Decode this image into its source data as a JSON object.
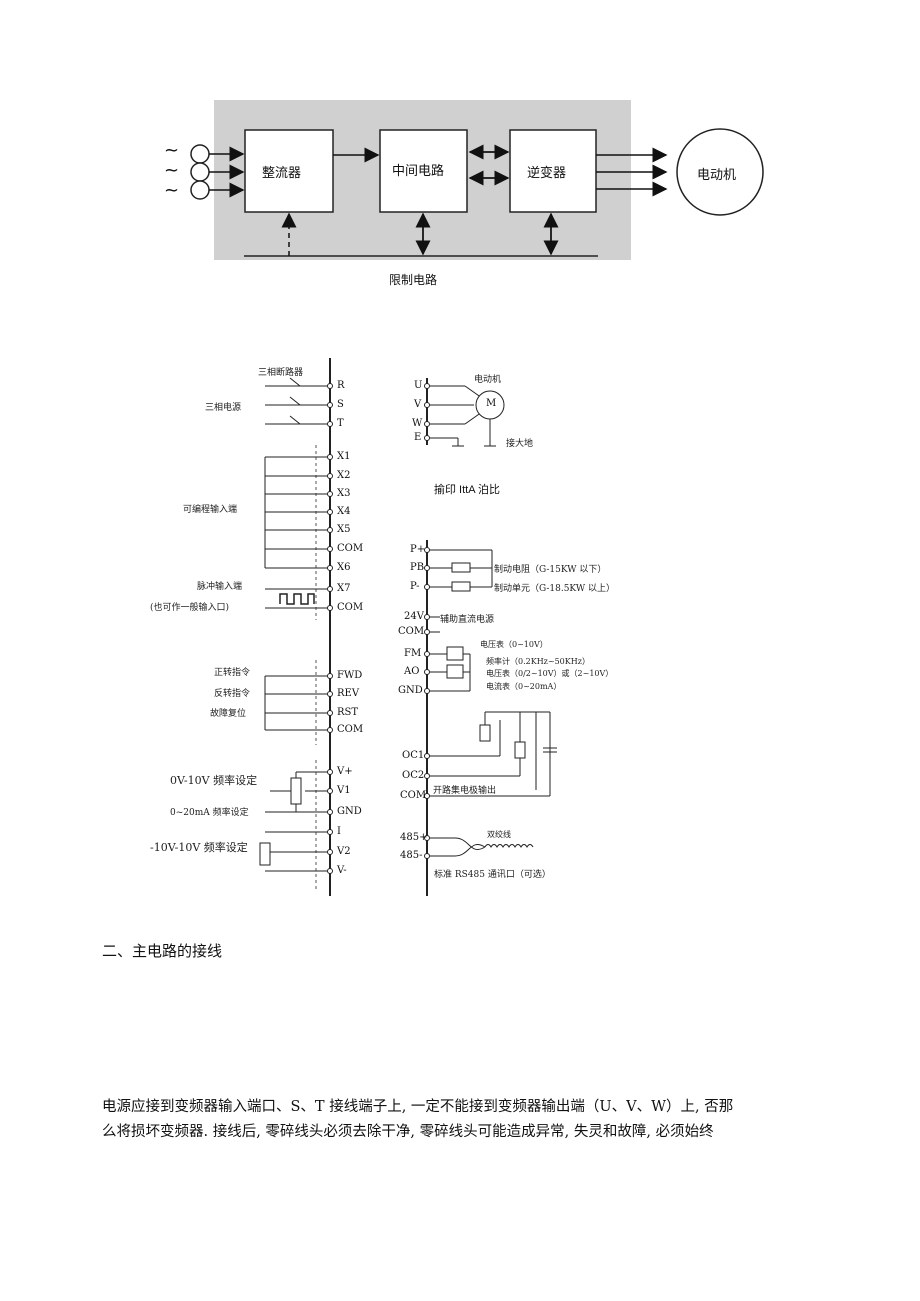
{
  "block_diagram": {
    "rectifier": "整流器",
    "intermediate": "中间电路",
    "inverter": "逆变器",
    "motor": "电动机",
    "caption": "限制电路",
    "ac_symbols": [
      "~",
      "~",
      "~"
    ]
  },
  "wiring": {
    "left_labels": {
      "breaker": "三相断路器",
      "power": "三相电源",
      "prog_input": "可编程输入端",
      "pulse_input": "脉冲输入端",
      "pulse_note": "(也可作一般输入口)",
      "fwd_cmd": "正转指令",
      "rev_cmd": "反转指令",
      "reset": "故障复位",
      "freq_0_10": "0V-10V 频率设定",
      "freq_0_20": "0~20mA 频率设定",
      "freq_pm10": "-10V-10V 频率设定"
    },
    "left_terminals": [
      "R",
      "S",
      "T",
      "X1",
      "X2",
      "X3",
      "X4",
      "X5",
      "COM",
      "X6",
      "X7",
      "COM",
      "FWD",
      "REV",
      "RST",
      "COM",
      "V+",
      "V1",
      "GND",
      "I",
      "V2",
      "V-"
    ],
    "motor_terminals": [
      "U",
      "V",
      "W",
      "E"
    ],
    "motor_label": "电动机",
    "motor_symbol": "M",
    "ground_label": "接大地",
    "motor_caption": "揄印 IttA 泊比",
    "brake_terminals": [
      "P+",
      "PB",
      "P-"
    ],
    "brake_resistor": "制动电阻（G-15KW 以下）",
    "brake_unit": "制动单元（G-18.5KW 以上）",
    "aux": {
      "v24": "24V",
      "com": "COM",
      "label": "辅助直流电源"
    },
    "meter_terminals": [
      "FM",
      "AO",
      "GND"
    ],
    "meter_labels": [
      "电压表（0~10V）",
      "频率计（0.2KHz~50KHz）",
      "电压表（0/2~10V）或（2~10V）",
      "电流表（0~20mA）"
    ],
    "oc_terminals": [
      "OC1",
      "OC2",
      "COM"
    ],
    "oc_label": "开路集电极输出",
    "rs485_terminals": [
      "485+",
      "485-"
    ],
    "twisted_label": "双绞线",
    "rs485_label": "标准 RS485 通讯口（可选）"
  },
  "text": {
    "heading": "二、主电路的接线",
    "para_line1": "电源应接到变频器输入端口、S、T 接线端子上, 一定不能接到变频器输出端（U、V、W）上, 否那",
    "para_line2": "么将损坏变频器. 接线后, 零碎线头必须去除干净, 零碎线头可能造成异常, 失灵和故障, 必须始终"
  }
}
